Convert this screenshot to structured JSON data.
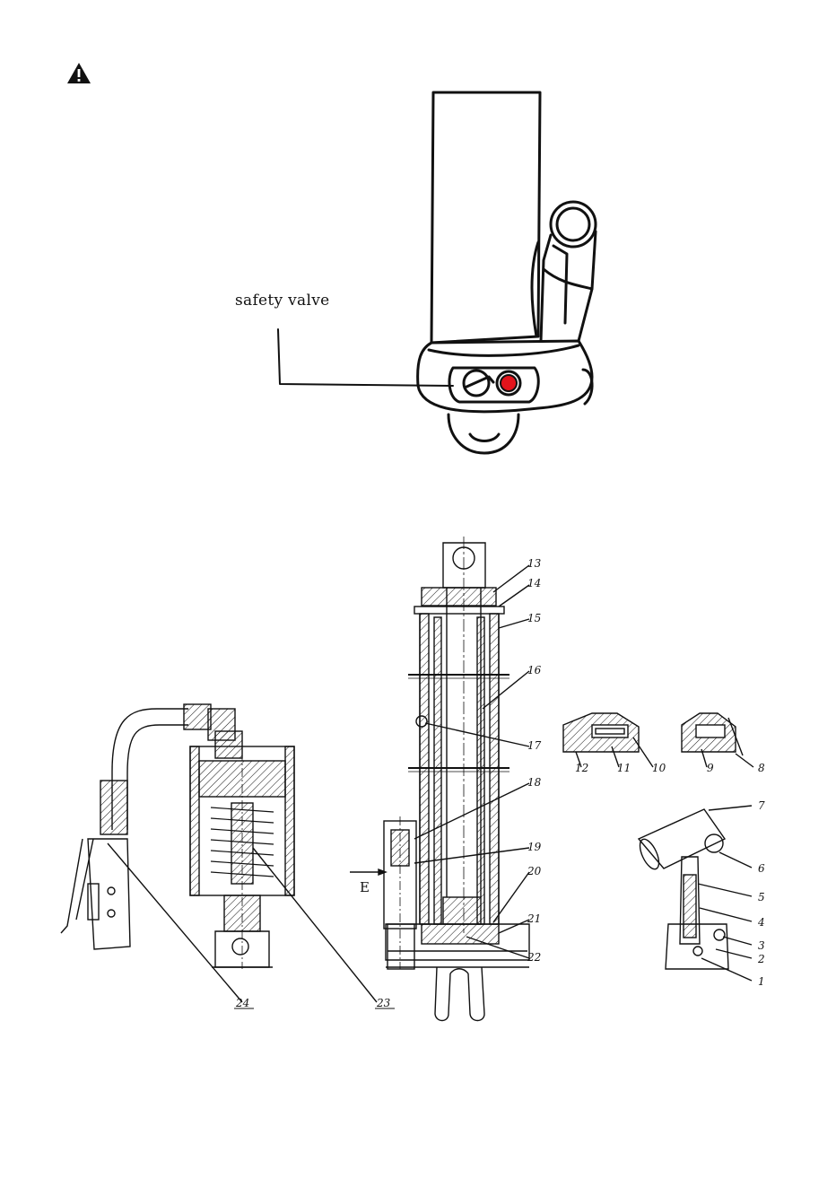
{
  "warning": {
    "icon": "warning-triangle-icon"
  },
  "figure_top": {
    "callout_label": "safety valve",
    "valve_color": "#e3141c"
  },
  "figure_bottom": {
    "part_numbers": [
      "1",
      "2",
      "3",
      "4",
      "5",
      "6",
      "7",
      "8",
      "9",
      "10",
      "11",
      "12",
      "13",
      "14",
      "15",
      "16",
      "17",
      "18",
      "19",
      "20",
      "21",
      "22",
      "23",
      "24"
    ],
    "view_marker": "E"
  }
}
